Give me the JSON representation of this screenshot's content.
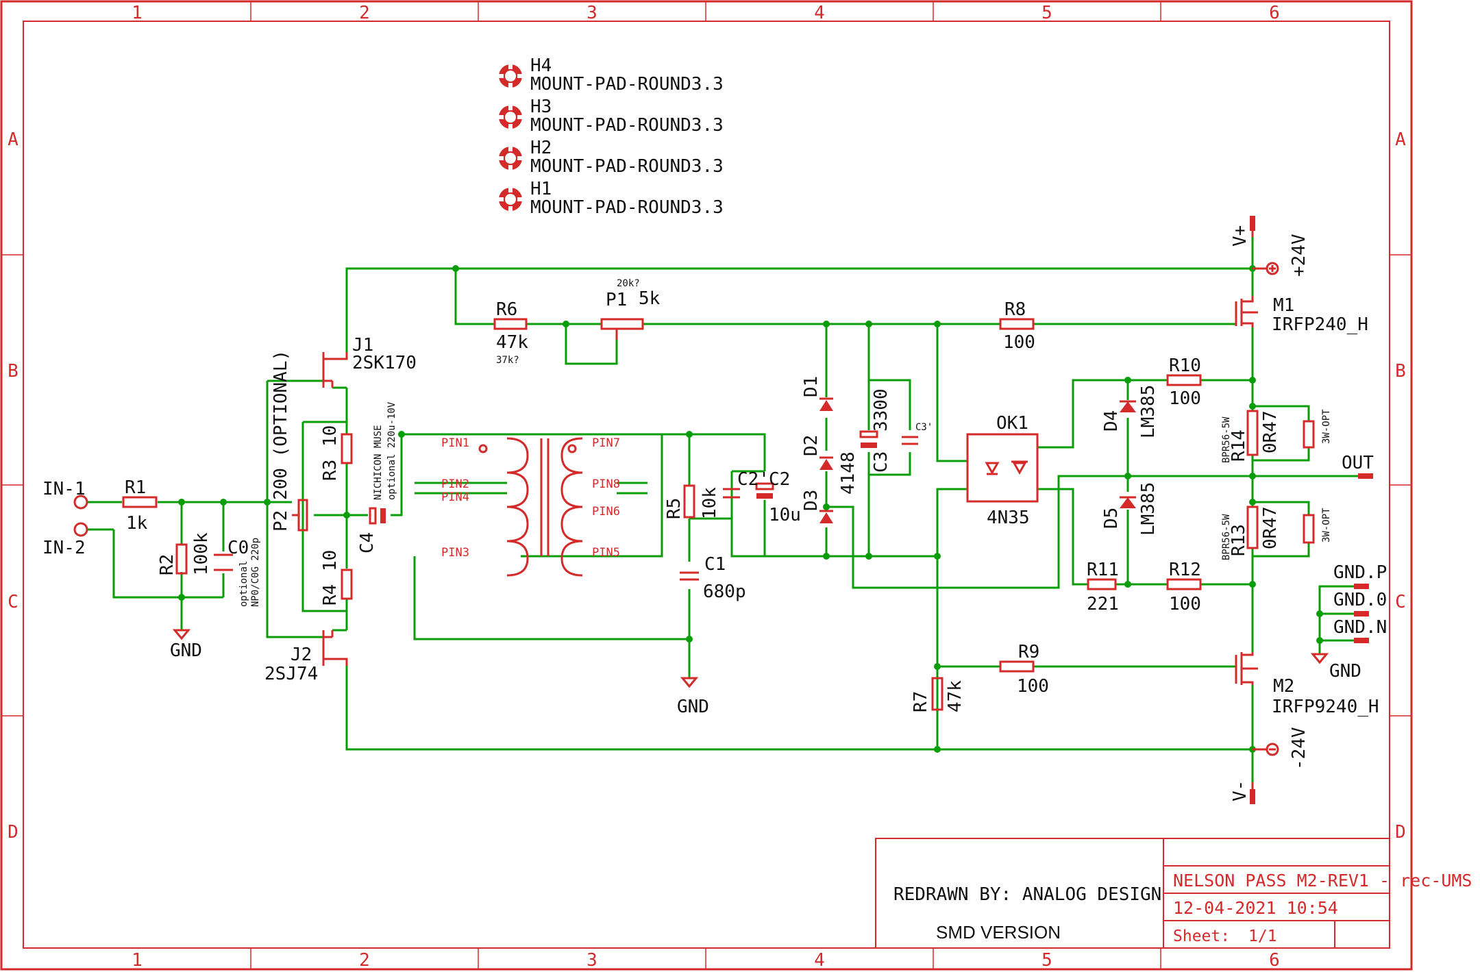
{
  "colors": {
    "frame": "#d42a2a",
    "wire": "#0a9d0a",
    "part": "#d42a2a",
    "text": "#111111"
  },
  "frame": {
    "columns": [
      "1",
      "2",
      "3",
      "4",
      "5",
      "6"
    ],
    "rows": [
      "A",
      "B",
      "C",
      "D"
    ]
  },
  "mount_pads": [
    {
      "name": "H4",
      "value": "MOUNT-PAD-ROUND3.3"
    },
    {
      "name": "H3",
      "value": "MOUNT-PAD-ROUND3.3"
    },
    {
      "name": "H2",
      "value": "MOUNT-PAD-ROUND3.3"
    },
    {
      "name": "H1",
      "value": "MOUNT-PAD-ROUND3.3"
    }
  ],
  "labels": {
    "in1": "IN-1",
    "in2": "IN-2",
    "r1": "R1",
    "r1v": "1k",
    "r2": "R2",
    "r2v": "100k",
    "c0": "C0",
    "c0note1": "optional",
    "c0note2": "NP0/C0G 220p",
    "gnd": "GND",
    "p2": "P2",
    "p2v": "200 (OPTIONAL)",
    "j1": "J1",
    "j1v": "2SK170",
    "j2": "J2",
    "j2v": "2SJ74",
    "r3": "R3",
    "r3v": "10",
    "r4": "R4",
    "r4v": "10",
    "c4": "C4",
    "c4note1": "NICHICON MUSE",
    "c4note2": "optional 220u-10V",
    "r6": "R6",
    "r6v": "47k",
    "r6alt": "37k?",
    "p1": "P1",
    "p1v": "5k",
    "p1alt": "20k?",
    "r5": "R5",
    "r5v": "10k",
    "c1": "C1",
    "c1v": "680p",
    "c2": "C2",
    "c2v": "10u",
    "c2p": "C2'",
    "d1": "D1",
    "d2": "D2",
    "d3": "D3",
    "d123v": "4148",
    "c3": "C3",
    "c3v": "3300",
    "c3p": "C3'",
    "ok1": "OK1",
    "ok1v": "4N35",
    "r8": "R8",
    "r8v": "100",
    "r9": "R9",
    "r9v": "100",
    "r7": "R7",
    "r7v": "47k",
    "r10": "R10",
    "r10v": "100",
    "r11": "R11",
    "r11v": "221",
    "r12": "R12",
    "r12v": "100",
    "d4": "D4",
    "d4v": "LM385",
    "d5": "D5",
    "d5v": "LM385",
    "m1": "M1",
    "m1v": "IRFP240_H",
    "m2": "M2",
    "m2v": "IRFP9240_H",
    "r14": "R14",
    "r14v": "0R47",
    "r14t": "BPR56-5W",
    "r13": "R13",
    "r13v": "0R47",
    "r13t": "BPR56-5W",
    "opt": "3W-OPT",
    "vplus": "V+",
    "vminus": "V-",
    "p24": "+24V",
    "m24": "-24V",
    "out": "OUT",
    "gndp": "GND.P",
    "gnd0": "GND.0",
    "gndn": "GND.N",
    "pin1": "PIN1",
    "pin2": "PIN2",
    "pin3": "PIN3",
    "pin4": "PIN4",
    "pin5": "PIN5",
    "pin6": "PIN6",
    "pin7": "PIN7",
    "pin8": "PIN8"
  },
  "title_block": {
    "redrawn": "REDRAWN BY: ANALOG DESIGN",
    "version": "SMD VERSION",
    "project": "NELSON PASS M2-REV1 - rec-UMS",
    "date": "12-04-2021 10:54",
    "sheet_label": "Sheet:",
    "sheet": "1/1"
  }
}
